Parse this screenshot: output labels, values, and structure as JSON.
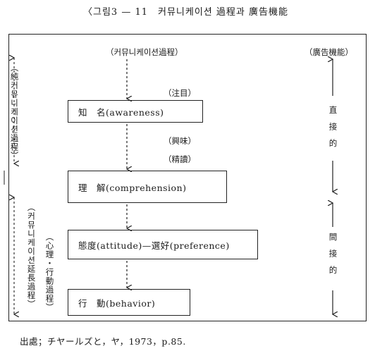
{
  "figure_title": "〈그림3 — 11　커뮤니케이션 過程과 廣告機能",
  "process_header": "（커뮤니케이션過程）",
  "function_header": "（廣告機能）",
  "steps": [
    {
      "label": "知　名(awareness)"
    },
    {
      "label": "理　解(comprehension)"
    },
    {
      "label": "態度(attitude)—選好(preference)"
    },
    {
      "label": "行　動(behavior)"
    }
  ],
  "annotations": {
    "attention": "（注目）",
    "interest": "（興味）",
    "reading": "（精讀）"
  },
  "left_labels": {
    "pure_process": "（純커뮤니케이션過程）",
    "extended_process": "（커뮤니케이션延長過程）",
    "psych_behavior": "（心理・行動過程）"
  },
  "right_labels": {
    "direct": "直接的",
    "indirect": "間接的"
  },
  "source": "出處；チヤールズと，ヤ，1973，p.85."
}
